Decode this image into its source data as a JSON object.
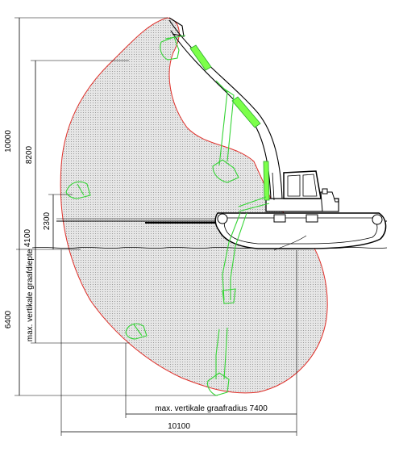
{
  "diagram": {
    "dimensions": {
      "total_height": "10000",
      "height_above_ground": "8200",
      "height_above_water_top": "2300",
      "height_above_water_bottom": "4100",
      "max_depth": "6400",
      "max_depth_label": "max. vertikale graafdiepte",
      "max_radius_label": "max. vertikale graafradius 7400",
      "total_reach": "10100"
    },
    "colors": {
      "envelope_stroke": "#e0302a",
      "envelope_fill": "#d9d9d9",
      "arm_positions": "#35d435",
      "machine": "#000000"
    }
  }
}
